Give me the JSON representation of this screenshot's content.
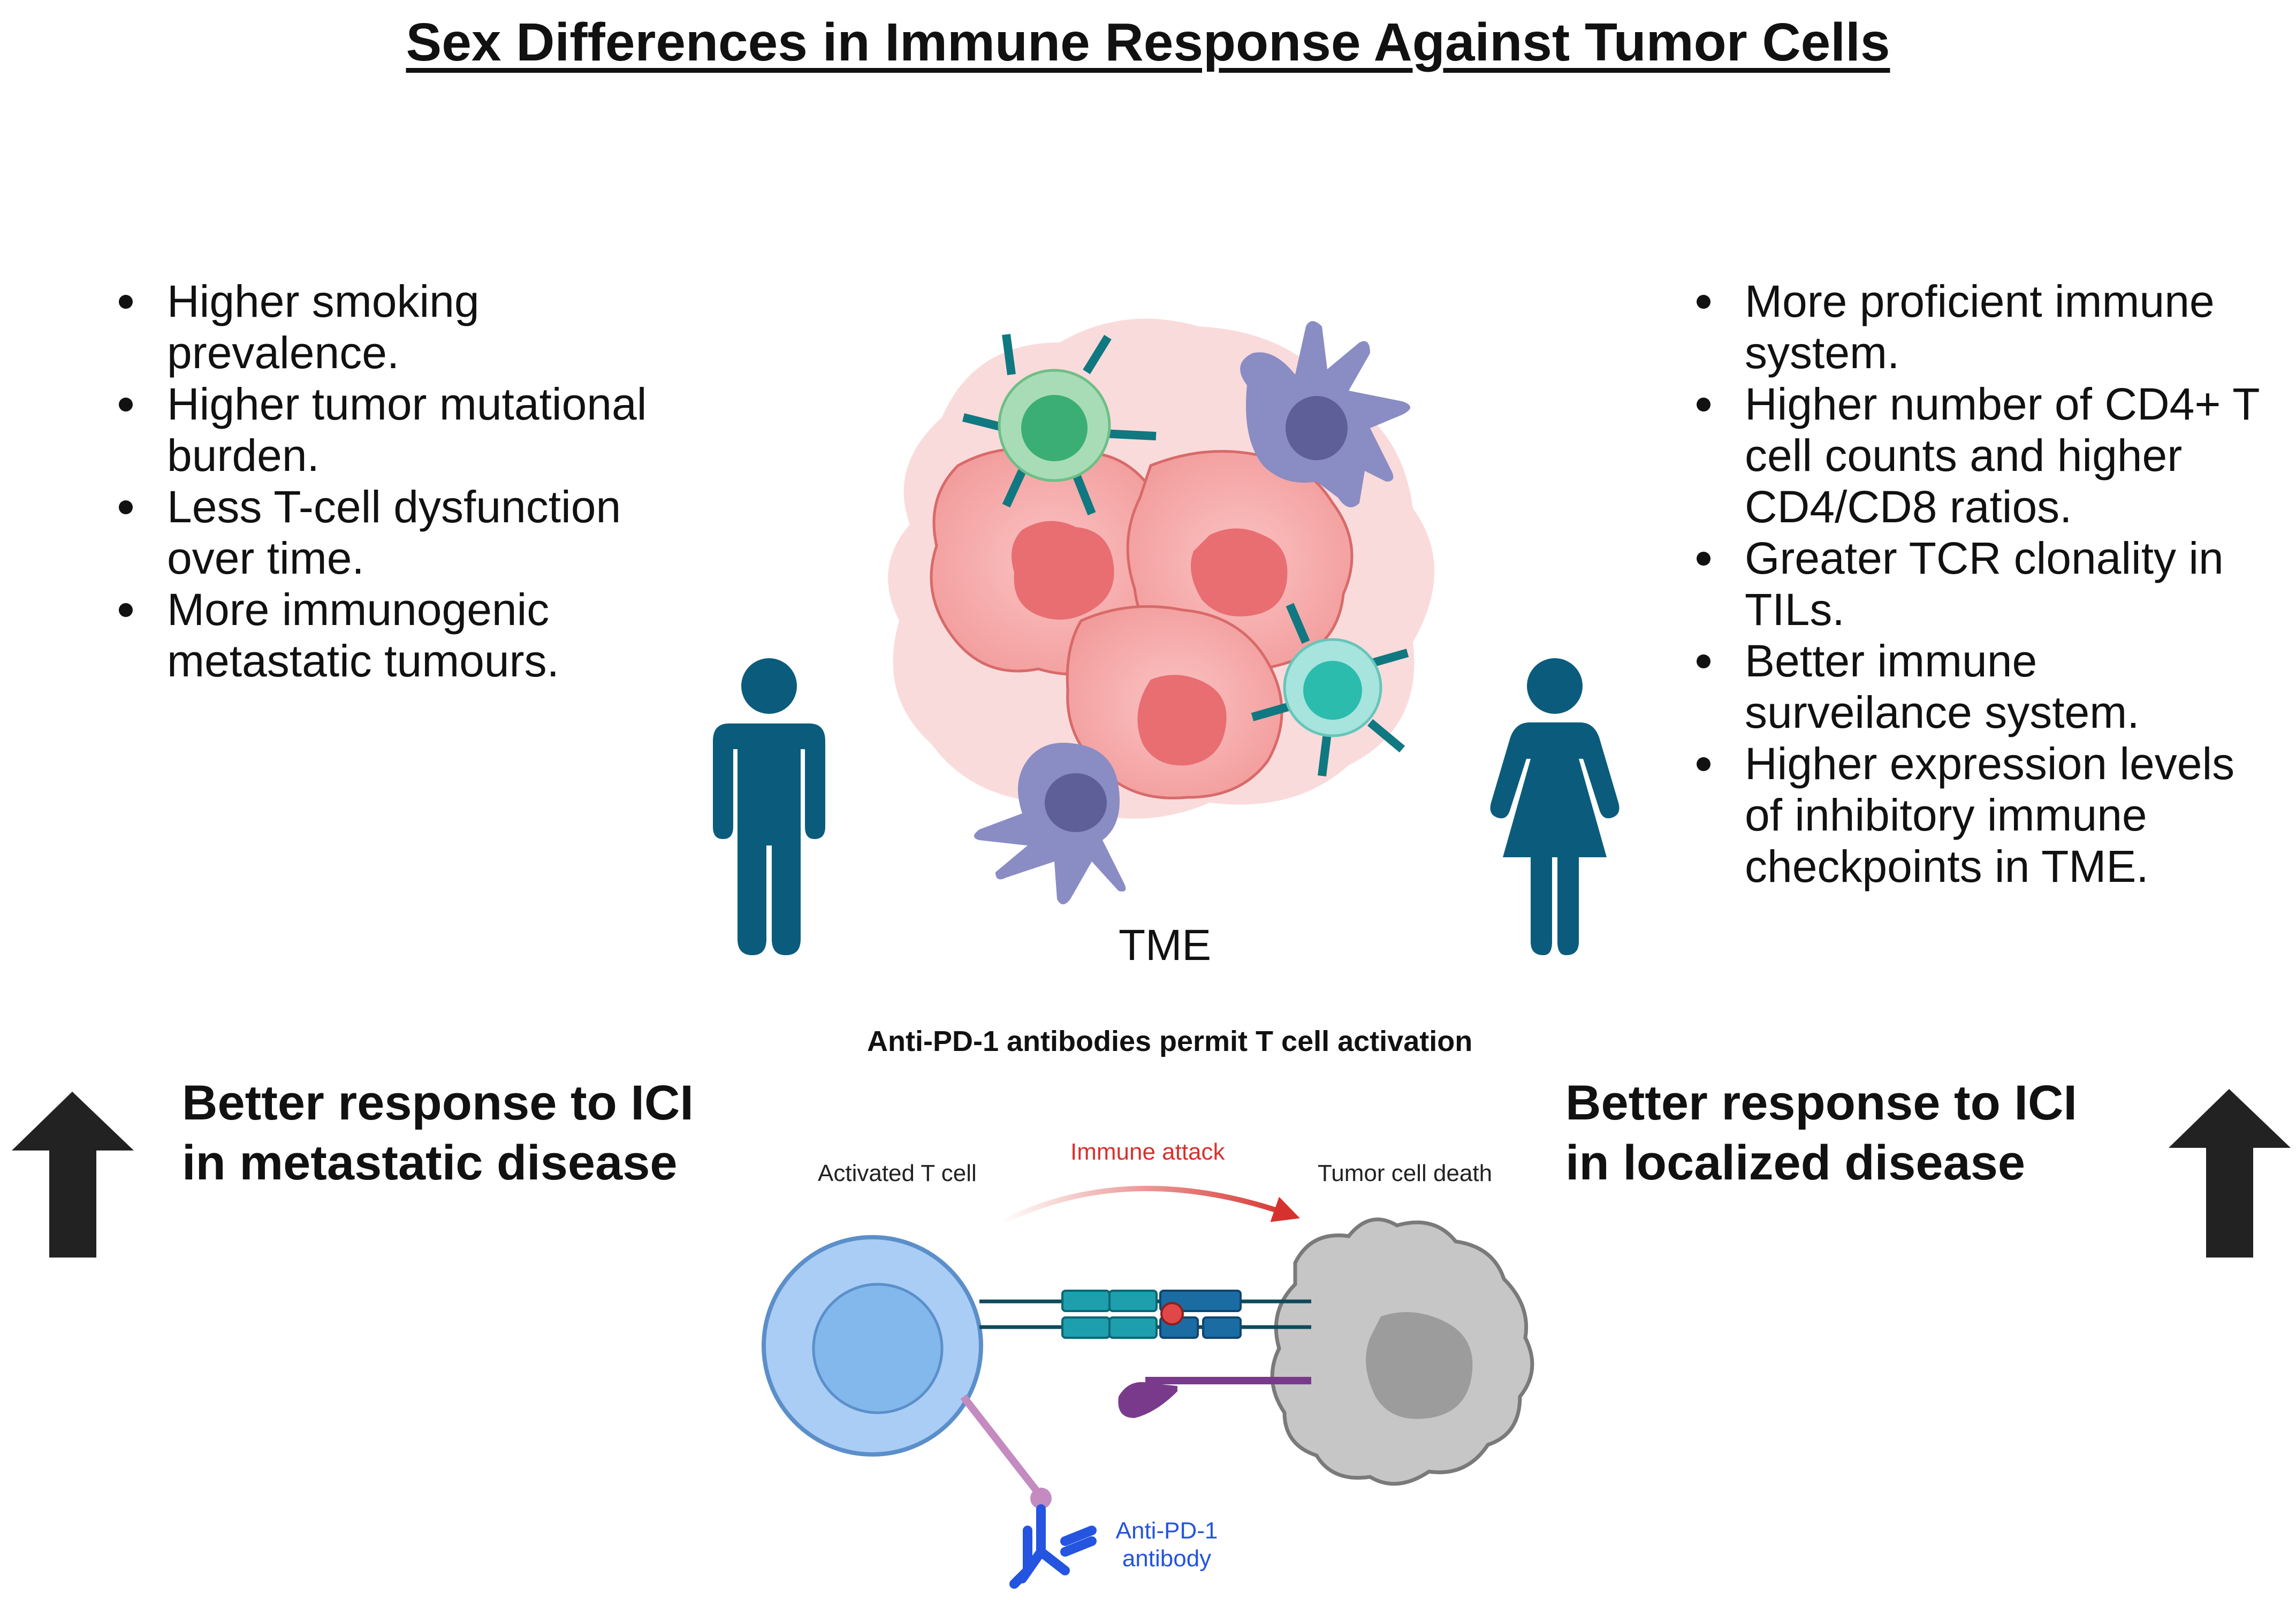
{
  "title": "Sex Differences in Immune Response Against Tumor Cells",
  "male": {
    "icon": "man-icon",
    "bullets": [
      "Higher smoking prevalence.",
      "Higher tumor mutational burden.",
      "Less T-cell dysfunction over time.",
      "More immunogenic metastatic tumours."
    ],
    "response_line1": "Better response to ICI",
    "response_line2": "in metastatic disease"
  },
  "female": {
    "icon": "woman-icon",
    "bullets": [
      "More proficient immune system.",
      "Higher number of CD4+ T cell counts and higher CD4/CD8 ratios.",
      "Greater TCR clonality in TILs.",
      "Better immune surveilance system.",
      "Higher expression levels of inhibitory immune checkpoints in TME."
    ],
    "response_line1": "Better response to ICI",
    "response_line2": "in localized disease"
  },
  "tme_label": "TME",
  "mechanism": {
    "title": "Anti-PD-1 antibodies permit T cell activation",
    "activated_t_cell": "Activated T cell",
    "immune_attack": "Immune attack",
    "tumor_cell_death": "Tumor cell death",
    "antibody": "Anti-PD-1 antibody"
  },
  "icons": {
    "left_arrow": "up-arrow-icon",
    "right_arrow": "up-arrow-icon"
  },
  "colors": {
    "person": "#0b5c7c",
    "tumor": "#f08b8b",
    "attack": "#d6322d",
    "t_cell": "#9ec9f4",
    "antibody": "#2454e0",
    "arrow": "#222222"
  }
}
